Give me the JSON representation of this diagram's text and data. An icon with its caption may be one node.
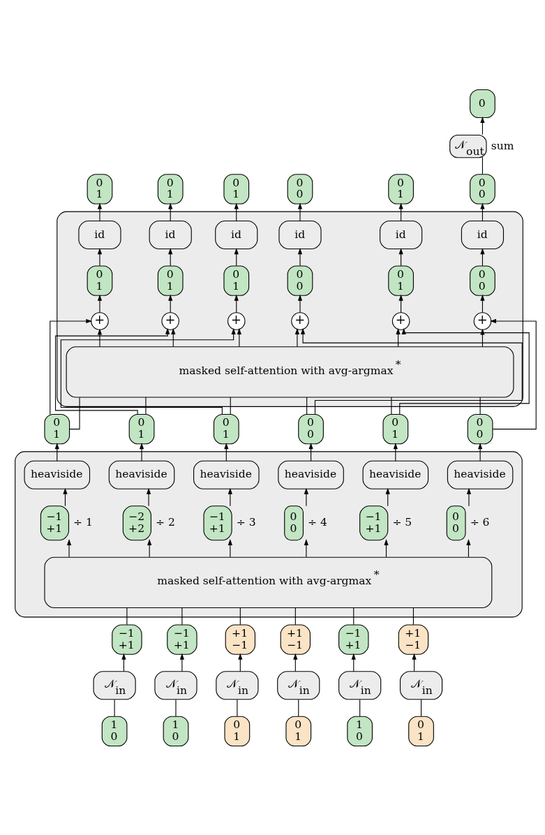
{
  "diagram": {
    "nodes": [
      {
        "text": [
          "0"
        ]
      },
      {
        "text": [
          "𝒩$_{out}$"
        ],
        "beside": [
          "sum"
        ]
      },
      {
        "text": [
          "0",
          "1"
        ]
      },
      {
        "text": [
          "0",
          "1"
        ]
      },
      {
        "text": [
          "0",
          "1"
        ]
      },
      {
        "text": [
          "0",
          "0"
        ]
      },
      {
        "text": [
          "0",
          "1"
        ]
      },
      {
        "text": [
          "0",
          "0"
        ]
      },
      {
        "text": [],
        "shape": "box"
      },
      {
        "text": [
          "id"
        ],
        "in": 8
      },
      {
        "text": [
          "id"
        ],
        "in": 8
      },
      {
        "text": [
          "id"
        ],
        "in": 8
      },
      {
        "text": [
          "id"
        ],
        "in": 8
      },
      {
        "text": [
          "id"
        ],
        "in": 8
      },
      {
        "text": [
          "id"
        ],
        "in": 8
      },
      {
        "text": [
          "0",
          "1"
        ],
        "in": 8
      },
      {
        "text": [
          "0",
          "1"
        ],
        "in": 8
      },
      {
        "text": [
          "0",
          "1"
        ],
        "in": 8
      },
      {
        "text": [
          "0",
          "0"
        ],
        "in": 8
      },
      {
        "text": [
          "0",
          "1"
        ],
        "in": 8
      },
      {
        "text": [
          "0",
          "0"
        ],
        "in": 8
      },
      {
        "text": [
          "+"
        ],
        "in": 8
      },
      {
        "text": [
          "+"
        ],
        "in": 8
      },
      {
        "text": [
          "+"
        ],
        "in": 8
      },
      {
        "text": [
          "+"
        ],
        "in": 8
      },
      {
        "text": [
          "+"
        ],
        "in": 8
      },
      {
        "text": [
          "+"
        ],
        "in": 8
      },
      {
        "text": [
          "masked self-attention with avg-argmax$^{*}$"
        ],
        "in": 8
      },
      {
        "text": [
          "0",
          "1"
        ]
      },
      {
        "text": [
          "0",
          "1"
        ]
      },
      {
        "text": [
          "0",
          "1"
        ]
      },
      {
        "text": [
          "0",
          "0"
        ]
      },
      {
        "text": [
          "0",
          "1"
        ]
      },
      {
        "text": [
          "0",
          "0"
        ]
      },
      {
        "text": [],
        "shape": "box"
      },
      {
        "text": [
          "heaviside"
        ],
        "in": 34
      },
      {
        "text": [
          "heaviside"
        ],
        "in": 34
      },
      {
        "text": [
          "heaviside"
        ],
        "in": 34
      },
      {
        "text": [
          "heaviside"
        ],
        "in": 34
      },
      {
        "text": [
          "heaviside"
        ],
        "in": 34
      },
      {
        "text": [
          "heaviside"
        ],
        "in": 34
      },
      {
        "text": [
          "−1",
          "+1"
        ],
        "in": 34,
        "beside": [
          "÷ 1"
        ]
      },
      {
        "text": [
          "−2",
          "+2"
        ],
        "in": 34,
        "beside": [
          "÷ 2"
        ]
      },
      {
        "text": [
          "−1",
          "+1"
        ],
        "in": 34,
        "beside": [
          "÷ 3"
        ]
      },
      {
        "text": [
          "0",
          "0"
        ],
        "in": 34,
        "beside": [
          "÷ 4"
        ]
      },
      {
        "text": [
          "−1",
          "+1"
        ],
        "in": 34,
        "beside": [
          "÷ 5"
        ]
      },
      {
        "text": [
          "0",
          "0"
        ],
        "in": 34,
        "beside": [
          "÷ 6"
        ]
      },
      {
        "text": [
          "masked self-attention with avg-argmax$^{*}$"
        ],
        "in": 34
      },
      {
        "text": [
          "−1",
          "+1"
        ]
      },
      {
        "text": [
          "−1",
          "+1"
        ]
      },
      {
        "text": [
          "+1",
          "−1"
        ]
      },
      {
        "text": [
          "+1",
          "−1"
        ]
      },
      {
        "text": [
          "−1",
          "+1"
        ]
      },
      {
        "text": [
          "+1",
          "−1"
        ]
      },
      {
        "text": [
          "𝒩$_{in}$"
        ]
      },
      {
        "text": [
          "𝒩$_{in}$"
        ]
      },
      {
        "text": [
          "𝒩$_{in}$"
        ]
      },
      {
        "text": [
          "𝒩$_{in}$"
        ]
      },
      {
        "text": [
          "𝒩$_{in}$"
        ]
      },
      {
        "text": [
          "𝒩$_{in}$"
        ]
      },
      {
        "text": [
          "1",
          "0"
        ]
      },
      {
        "text": [
          "1",
          "0"
        ]
      },
      {
        "text": [
          "0",
          "1"
        ]
      },
      {
        "text": [
          "0",
          "1"
        ]
      },
      {
        "text": [
          "1",
          "0"
        ]
      },
      {
        "text": [
          "0",
          "1"
        ]
      }
    ],
    "edges": [
      {
        "from": 60,
        "to": 54,
        "arrow": "none"
      },
      {
        "from": 61,
        "to": 55,
        "arrow": "none"
      },
      {
        "from": 62,
        "to": 56,
        "arrow": "none"
      },
      {
        "from": 63,
        "to": 57,
        "arrow": "none"
      },
      {
        "from": 64,
        "to": 58,
        "arrow": "none"
      },
      {
        "from": 65,
        "to": 59,
        "arrow": "none"
      },
      {
        "from": 54,
        "to": 48,
        "arrow": "to"
      },
      {
        "from": 55,
        "to": 49,
        "arrow": "to"
      },
      {
        "from": 56,
        "to": 50,
        "arrow": "to"
      },
      {
        "from": 57,
        "to": 51,
        "arrow": "to"
      },
      {
        "from": 58,
        "to": 52,
        "arrow": "to"
      },
      {
        "from": 59,
        "to": 53,
        "arrow": "to"
      },
      {
        "from": 48,
        "to": 47,
        "arrow": "none"
      },
      {
        "from": 49,
        "to": 47,
        "arrow": "none"
      },
      {
        "from": 50,
        "to": 47,
        "arrow": "none"
      },
      {
        "from": 51,
        "to": 47,
        "arrow": "none"
      },
      {
        "from": 52,
        "to": 47,
        "arrow": "none"
      },
      {
        "from": 53,
        "to": 47,
        "arrow": "none"
      },
      {
        "from": 47,
        "to": 41,
        "arrow": "to"
      },
      {
        "from": 47,
        "to": 42,
        "arrow": "to"
      },
      {
        "from": 47,
        "to": 43,
        "arrow": "to"
      },
      {
        "from": 47,
        "to": 44,
        "arrow": "to"
      },
      {
        "from": 47,
        "to": 45,
        "arrow": "to"
      },
      {
        "from": 47,
        "to": 46,
        "arrow": "to"
      },
      {
        "from": 41,
        "to": 35,
        "arrow": "to"
      },
      {
        "from": 42,
        "to": 36,
        "arrow": "to"
      },
      {
        "from": 43,
        "to": 37,
        "arrow": "to"
      },
      {
        "from": 44,
        "to": 38,
        "arrow": "to"
      },
      {
        "from": 45,
        "to": 39,
        "arrow": "to"
      },
      {
        "from": 46,
        "to": 40,
        "arrow": "to"
      },
      {
        "from": 35,
        "to": 28,
        "arrow": "to"
      },
      {
        "from": 36,
        "to": 29,
        "arrow": "to"
      },
      {
        "from": 37,
        "to": 30,
        "arrow": "to"
      },
      {
        "from": 38,
        "to": 31,
        "arrow": "to"
      },
      {
        "from": 39,
        "to": 32,
        "arrow": "to"
      },
      {
        "from": 40,
        "to": 33,
        "arrow": "to"
      },
      {
        "from": 28,
        "to": 27,
        "arrow": "none"
      },
      {
        "from": 29,
        "to": 27,
        "arrow": "none"
      },
      {
        "from": 30,
        "to": 27,
        "arrow": "none"
      },
      {
        "from": 31,
        "to": 27,
        "arrow": "none"
      },
      {
        "from": 32,
        "to": 27,
        "arrow": "none"
      },
      {
        "from": 33,
        "to": 27,
        "arrow": "none"
      },
      {
        "from": 28,
        "to": 21,
        "arrow": "to"
      },
      {
        "from": 29,
        "to": 22,
        "arrow": "to"
      },
      {
        "from": 30,
        "to": 23,
        "arrow": "to"
      },
      {
        "from": 31,
        "to": 24,
        "arrow": "to"
      },
      {
        "from": 32,
        "to": 25,
        "arrow": "to"
      },
      {
        "from": 33,
        "to": 26,
        "arrow": "to"
      },
      {
        "from": 27,
        "to": 21,
        "arrow": "to"
      },
      {
        "from": 27,
        "to": 22,
        "arrow": "to"
      },
      {
        "from": 27,
        "to": 23,
        "arrow": "to"
      },
      {
        "from": 27,
        "to": 24,
        "arrow": "to"
      },
      {
        "from": 27,
        "to": 25,
        "arrow": "to"
      },
      {
        "from": 27,
        "to": 26,
        "arrow": "to"
      },
      {
        "from": 21,
        "to": 15,
        "arrow": "to"
      },
      {
        "from": 22,
        "to": 16,
        "arrow": "to"
      },
      {
        "from": 23,
        "to": 17,
        "arrow": "to"
      },
      {
        "from": 24,
        "to": 18,
        "arrow": "to"
      },
      {
        "from": 25,
        "to": 19,
        "arrow": "to"
      },
      {
        "from": 26,
        "to": 20,
        "arrow": "to"
      },
      {
        "from": 15,
        "to": 9,
        "arrow": "to"
      },
      {
        "from": 16,
        "to": 10,
        "arrow": "to"
      },
      {
        "from": 17,
        "to": 11,
        "arrow": "to"
      },
      {
        "from": 18,
        "to": 12,
        "arrow": "to"
      },
      {
        "from": 19,
        "to": 13,
        "arrow": "to"
      },
      {
        "from": 20,
        "to": 14,
        "arrow": "to"
      },
      {
        "from": 9,
        "to": 2,
        "arrow": "to"
      },
      {
        "from": 10,
        "to": 3,
        "arrow": "to"
      },
      {
        "from": 11,
        "to": 4,
        "arrow": "to"
      },
      {
        "from": 12,
        "to": 5,
        "arrow": "to"
      },
      {
        "from": 13,
        "to": 6,
        "arrow": "to"
      },
      {
        "from": 14,
        "to": 7,
        "arrow": "to"
      },
      {
        "from": 7,
        "to": 1,
        "arrow": "none"
      },
      {
        "from": 1,
        "to": 0,
        "arrow": "to"
      }
    ]
  }
}
